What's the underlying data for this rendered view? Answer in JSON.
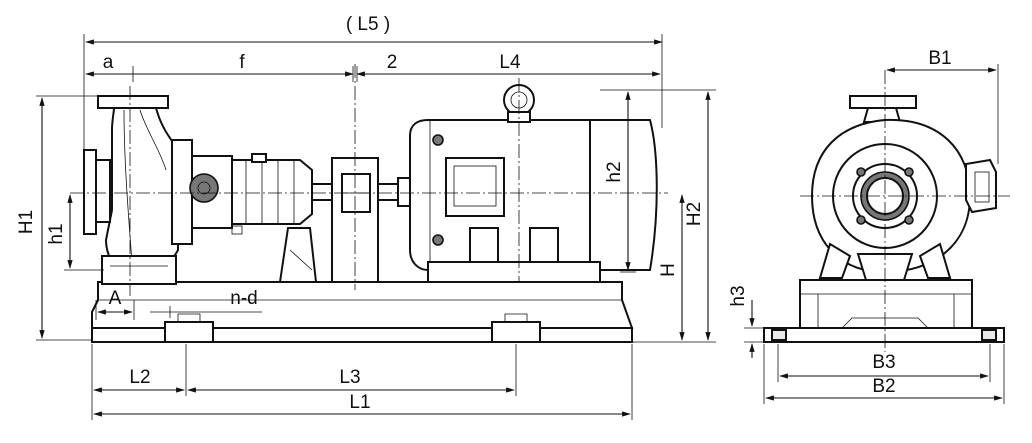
{
  "labels": {
    "L5": "( L5 )",
    "a": "a",
    "f": "f",
    "two": "2",
    "L4": "L4",
    "H1": "H1",
    "h1": "h1",
    "h2": "h2",
    "H2": "H2",
    "H": "H",
    "A": "A",
    "nd": "n-d",
    "L2": "L2",
    "L3": "L3",
    "L1": "L1",
    "B1": "B1",
    "h3": "h3",
    "B3": "B3",
    "B2": "B2"
  }
}
